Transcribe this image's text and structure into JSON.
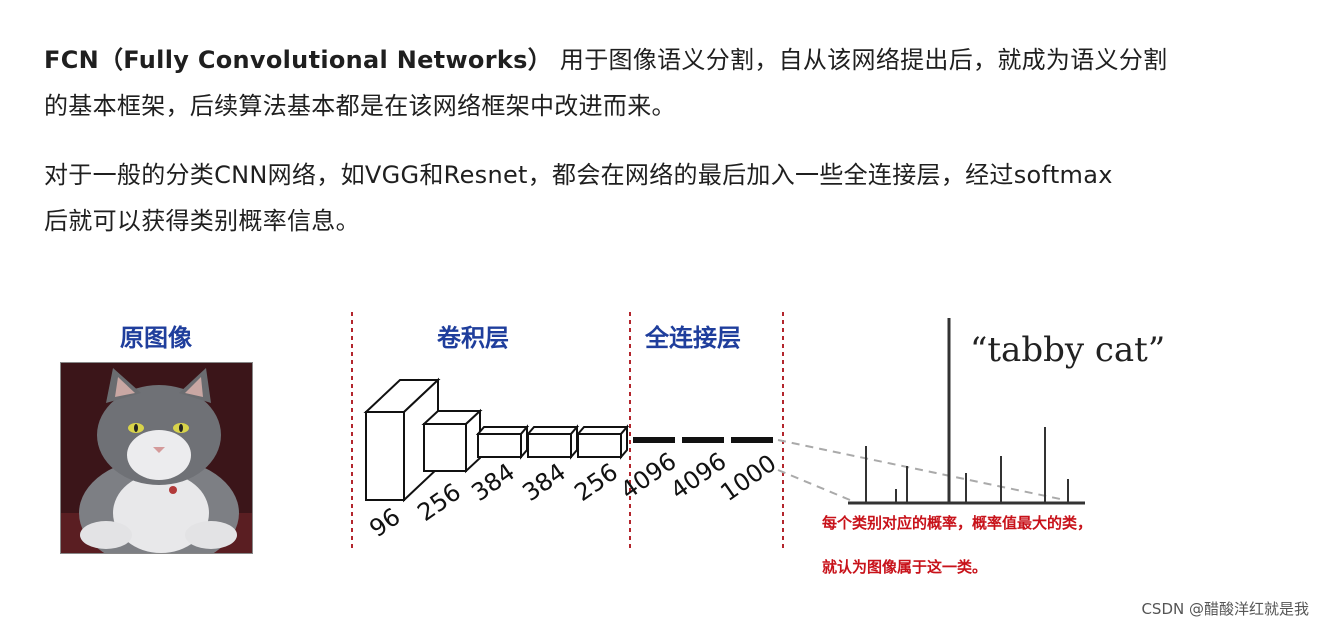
{
  "intro": {
    "p1_bold": "FCN（Fully Convolutional Networks）",
    "p1_rest": " 用于图像语义分割，自从该网络提出后，就成为语义分割",
    "p1_line2": "的基本框架，后续算法基本都是在该网络框架中改进而来。",
    "p2_line1": "对于一般的分类CNN网络，如VGG和Resnet，都会在网络的最后加入一些全连接层，经过softmax",
    "p2_line2": "后就可以获得类别概率信息。"
  },
  "figure": {
    "title_original": "原图像",
    "title_conv": "卷积层",
    "title_fc": "全连接层",
    "conv_labels": [
      "96",
      "256",
      "384",
      "384",
      "256"
    ],
    "fc_labels": [
      "4096",
      "4096",
      "1000"
    ],
    "class_label": "“tabby cat”",
    "note_line1": "每个类别对应的概率，概率值最大的类，",
    "note_line2": "就认为图像属于这一类。"
  },
  "watermark": "CSDN @醋酸洋红就是我",
  "colors": {
    "title_blue": "#1f3e9c",
    "divider_red": "#b3262d",
    "note_red": "#c8121a"
  }
}
